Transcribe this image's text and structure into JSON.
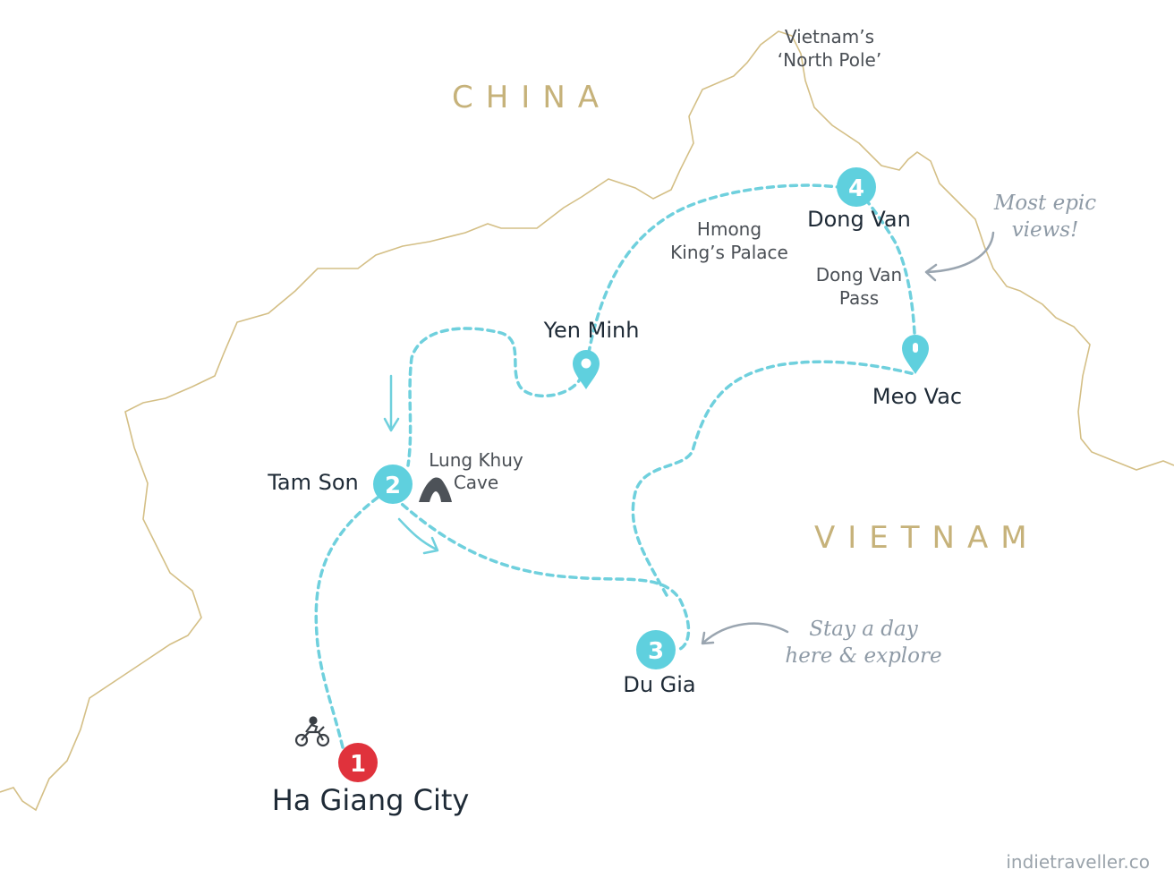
{
  "map": {
    "countries": {
      "china": "CHINA",
      "vietnam": "VIETNAM"
    },
    "region_note": {
      "line1": "Vietnam’s",
      "line2": "‘North Pole’"
    },
    "stops": [
      {
        "number": "1",
        "name": "Ha Giang City",
        "color": "#e0323c"
      },
      {
        "number": "2",
        "name": "Tam Son",
        "color": "#5fd0de"
      },
      {
        "number": "3",
        "name": "Du Gia",
        "color": "#5fd0de"
      },
      {
        "number": "4",
        "name": "Dong Van",
        "color": "#5fd0de"
      }
    ],
    "waypoints": [
      {
        "name": "Yen Minh",
        "icon": "map-pin-icon"
      },
      {
        "name": "Meo Vac",
        "icon": "map-pin-icon"
      }
    ],
    "points_of_interest": [
      {
        "line1": "Lung Khuy",
        "line2": "Cave",
        "icon": "cave-icon"
      },
      {
        "line1": "Hmong",
        "line2": "King’s Palace"
      },
      {
        "line1": "Dong Van",
        "line2": "Pass"
      }
    ],
    "annotations": [
      {
        "line1": "Most epic",
        "line2": "views!"
      },
      {
        "line1": "Stay a day",
        "line2": "here & explore"
      }
    ],
    "icons": {
      "start": "motorbike-icon"
    },
    "colors": {
      "route": "#6fd0dd",
      "border": "#d4bf86",
      "start_marker": "#e0323c",
      "stop_marker": "#5fd0de"
    },
    "credit": "indietraveller.co"
  }
}
